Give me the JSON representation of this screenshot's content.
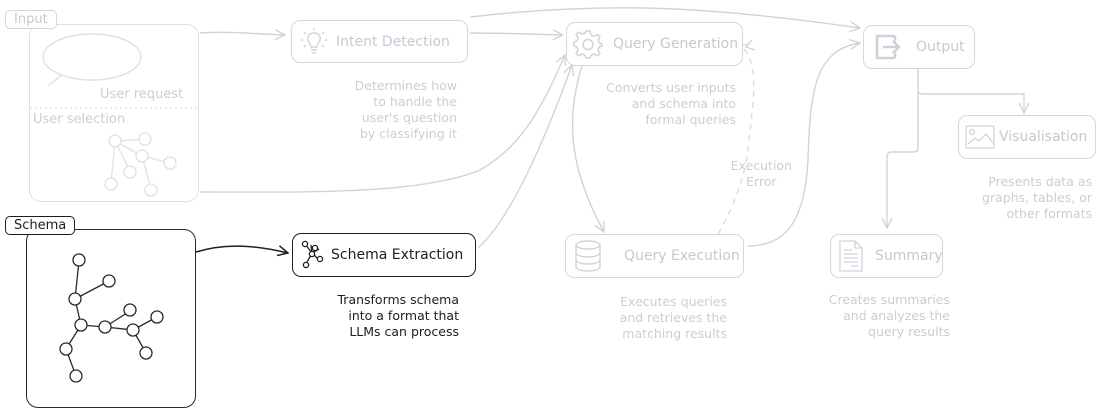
{
  "colors": {
    "faint_stroke": "#d3d8df",
    "faint_text": "#c4cad3",
    "active_stroke": "#1e1e1e",
    "background": "#ffffff"
  },
  "input": {
    "label": "Input",
    "user_request": "User request",
    "user_selection": "User selection"
  },
  "schema": {
    "label": "Schema"
  },
  "nodes": {
    "intent_detection": {
      "title": "Intent Detection",
      "icon": "lightbulb-icon",
      "description": "Determines how\nto handle the\nuser's question\nby classifying it"
    },
    "query_generation": {
      "title": "Query Generation",
      "icon": "gear-icon",
      "description": "Converts user inputs\nand schema into\nformal queries"
    },
    "output": {
      "title": "Output",
      "icon": "exit-arrow-icon"
    },
    "visualisation": {
      "title": "Visualisation",
      "icon": "image-icon",
      "description": "Presents data as\ngraphs, tables, or\nother formats"
    },
    "schema_extraction": {
      "title": "Schema Extraction",
      "icon": "graph-nodes-icon",
      "description": "Transforms schema\ninto a format that\nLLMs can process"
    },
    "query_execution": {
      "title": "Query Execution",
      "icon": "database-icon",
      "description": "Executes queries\nand retrieves the\nmatching results"
    },
    "summary": {
      "title": "Summary",
      "icon": "document-icon",
      "description": "Creates summaries\nand analyzes the\nquery results"
    }
  },
  "edges": {
    "execution_error_label": "Execution\nError"
  }
}
